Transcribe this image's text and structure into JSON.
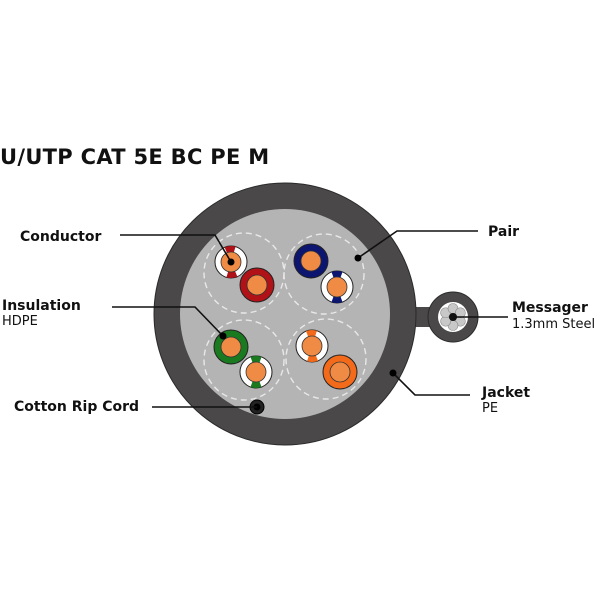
{
  "title": "U/UTP CAT 5E BC PE M",
  "labels": {
    "conductor": {
      "name": "Conductor"
    },
    "insulation": {
      "name": "Insulation",
      "detail": "HDPE"
    },
    "rip_cord": {
      "name": "Cotton Rip Cord"
    },
    "pair": {
      "name": "Pair"
    },
    "messager": {
      "name": "Messager",
      "detail": "1.3mm Steel"
    },
    "jacket": {
      "name": "Jacket",
      "detail": "PE"
    }
  },
  "colors": {
    "jacket": "#4a4848",
    "filler": "#b4b4b4",
    "copper": "#ef8b45",
    "pair_colors": [
      "#b01218",
      "#0c1670",
      "#1a7a20",
      "#f36a1a"
    ],
    "dashed": "#e8e8e8",
    "stripe_bg": "#ffffff"
  },
  "pairs": [
    {
      "name": "brown-orange-pair-1",
      "color_name": "red",
      "solid": "#b01218"
    },
    {
      "name": "pair-2",
      "color_name": "blue",
      "solid": "#0c1670"
    },
    {
      "name": "pair-3",
      "color_name": "green",
      "solid": "#1a7a20"
    },
    {
      "name": "pair-4",
      "color_name": "orange",
      "solid": "#f36a1a"
    }
  ]
}
